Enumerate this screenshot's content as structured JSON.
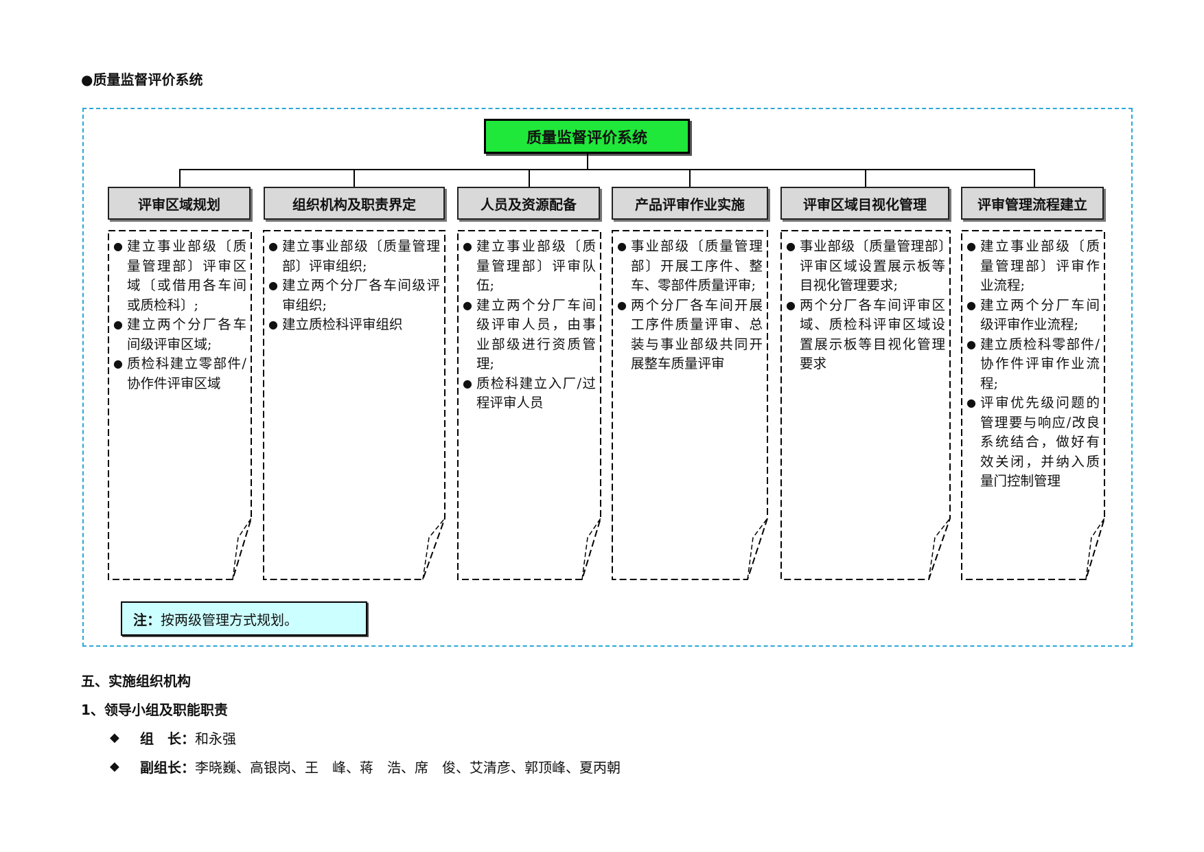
{
  "heading": {
    "bullet": "●",
    "text": "质量监督评价系统"
  },
  "org_chart": {
    "root": "质量监督评价系统",
    "categories": [
      {
        "label": "评审区域规划",
        "items": [
          "建立事业部级〔质量管理部〕评审区域〔或借用各车间或质检科〕;",
          "建立两个分厂各车间级评审区域;",
          "质检科建立零部件/协作件评审区域"
        ]
      },
      {
        "label": "组织机构及职责界定",
        "items": [
          "建立事业部级〔质量管理部〕评审组织;",
          "建立两个分厂各车间级评审组织;",
          "建立质检科评审组织"
        ]
      },
      {
        "label": "人员及资源配备",
        "items": [
          "建立事业部级〔质量管理部〕评审队伍;",
          "建立两个分厂车间级评审人员，由事业部级进行资质管理;",
          "质检科建立入厂/过程评审人员"
        ]
      },
      {
        "label": "产品评审作业实施",
        "items": [
          "事业部级〔质量管理部〕开展工序件、整车、零部件质量评审;",
          "两个分厂各车间开展工序件质量评审、总装与事业部级共同开展整车质量评审"
        ]
      },
      {
        "label": "评审区域目视化管理",
        "items": [
          "事业部级〔质量管理部〕评审区域设置展示板等目视化管理要求;",
          "两个分厂各车间评审区域、质检科评审区域设置展示板等目视化管理要求"
        ]
      },
      {
        "label": "评审管理流程建立",
        "items": [
          "建立事业部级〔质量管理部〕评审作业流程;",
          "建立两个分厂车间级评审作业流程;",
          "建立质检科零部件/协作件评审作业流程;",
          "评审优先级问题的管理要与响应/改良系统结合，做好有效关闭，并纳入质量门控制管理"
        ]
      }
    ],
    "note_label": "注：",
    "note_text": "按两级管理方式规划。"
  },
  "section5": {
    "title": "五、实施组织机构",
    "sub": "1、领导小组及职能职责"
  },
  "members": [
    {
      "diamond": "◆",
      "label": "组　长：",
      "value": "和永强"
    },
    {
      "diamond": "◆",
      "label": "副组长：",
      "value": "李晓巍、高银岗、王　峰、蒋　浩、席　俊、艾清彦、郭顶峰、夏丙朝"
    }
  ]
}
